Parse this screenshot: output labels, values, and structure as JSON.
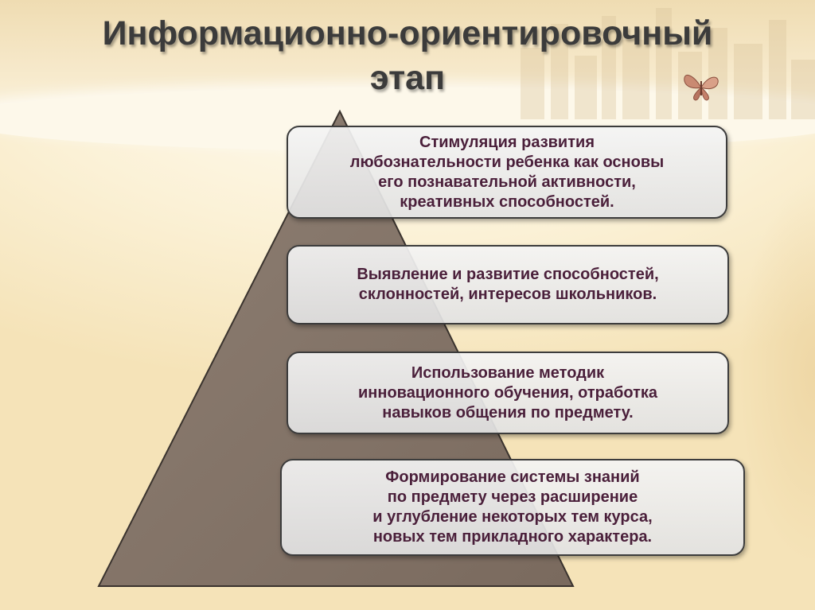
{
  "slide": {
    "title_line1": "Информационно-ориентировочный",
    "title_line2": "этап"
  },
  "colors": {
    "pyramid_fill": "#847468",
    "box_text": "#4a1f3a",
    "title_text": "#3b3b3b",
    "background": "#fbf3dc"
  },
  "items": [
    {
      "text": "Стимуляция развития\nлюбознательности ребенка как основы\nего познавательной активности,\nкреативных способностей."
    },
    {
      "text": "Выявление и развитие способностей,\nсклонностей, интересов школьников."
    },
    {
      "text": "Использование методик\nинновационного обучения, отработка\nнавыков общения по предмету."
    },
    {
      "text": "Формирование системы знаний\nпо предмету через расширение\nи углубление некоторых тем курса,\nновых тем прикладного характера."
    }
  ],
  "icons": {
    "decoration": "butterfly-icon"
  }
}
